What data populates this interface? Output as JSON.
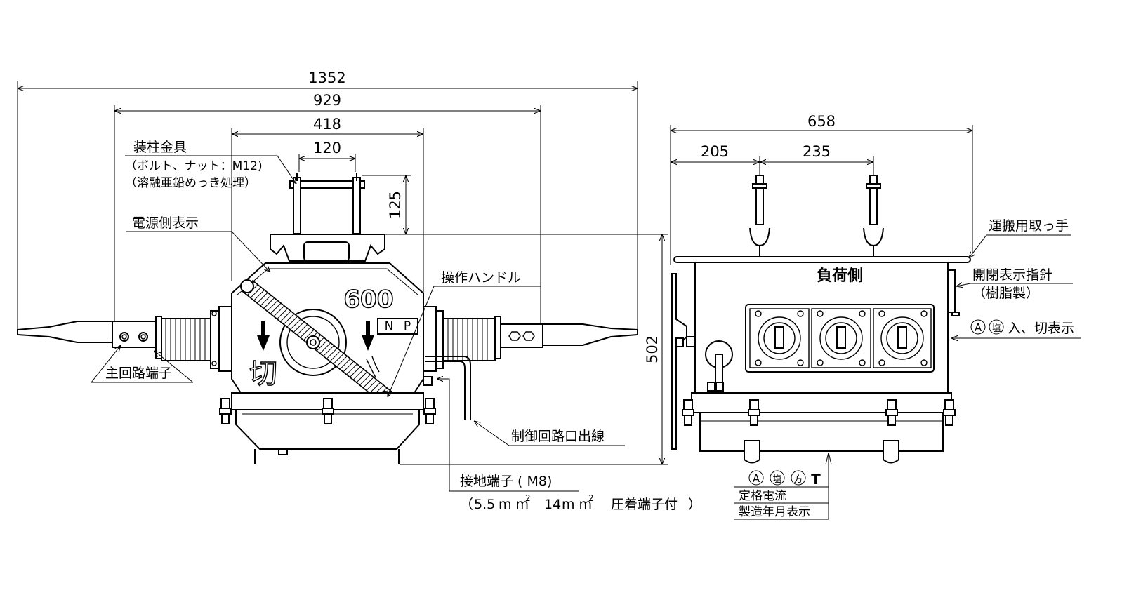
{
  "dimensions": {
    "overall": "1352",
    "bushing": "929",
    "body": "418",
    "bolt_pitch": "120",
    "bracket_height": "125",
    "total_height": "502",
    "side_width": "658",
    "side_left": "205",
    "side_pitch": "235"
  },
  "front_view": {
    "mounting_bracket": "装柱金具",
    "mounting_bracket_note1": "（ボルト、ナット：M12)",
    "mounting_bracket_note2": "（溶融亜鉛めっき処理）",
    "source_side": "電源側表示",
    "operating_handle": "操作ハンドル",
    "main_terminal": "主回路端子",
    "rating": "600",
    "np_n": "N",
    "np_p": "P",
    "off_mark": "切",
    "control_lead": "制御回路口出線",
    "ground_terminal": "接地端子 ( M8)",
    "ground_note_open": "（",
    "ground_note_a": "5.5",
    "ground_note_unit": "m m",
    "ground_note_b": "14",
    "ground_note_c": "圧着端子付",
    "ground_note_close": "）",
    "sq": "2"
  },
  "side_view": {
    "load_side": "負荷側",
    "carry_handle": "運搬用取っ手",
    "indicator": "開閉表示指針",
    "indicator_note": "（樹脂製）",
    "on_off_prefix": "A",
    "on_off_mark": "塩",
    "on_off_text": "入、切表示"
  },
  "nameplate": {
    "mark_a": "A",
    "mark_b": "塩",
    "mark_c": "方",
    "mark_d": "T",
    "row1": "定格電流",
    "row2": "製造年月表示"
  }
}
